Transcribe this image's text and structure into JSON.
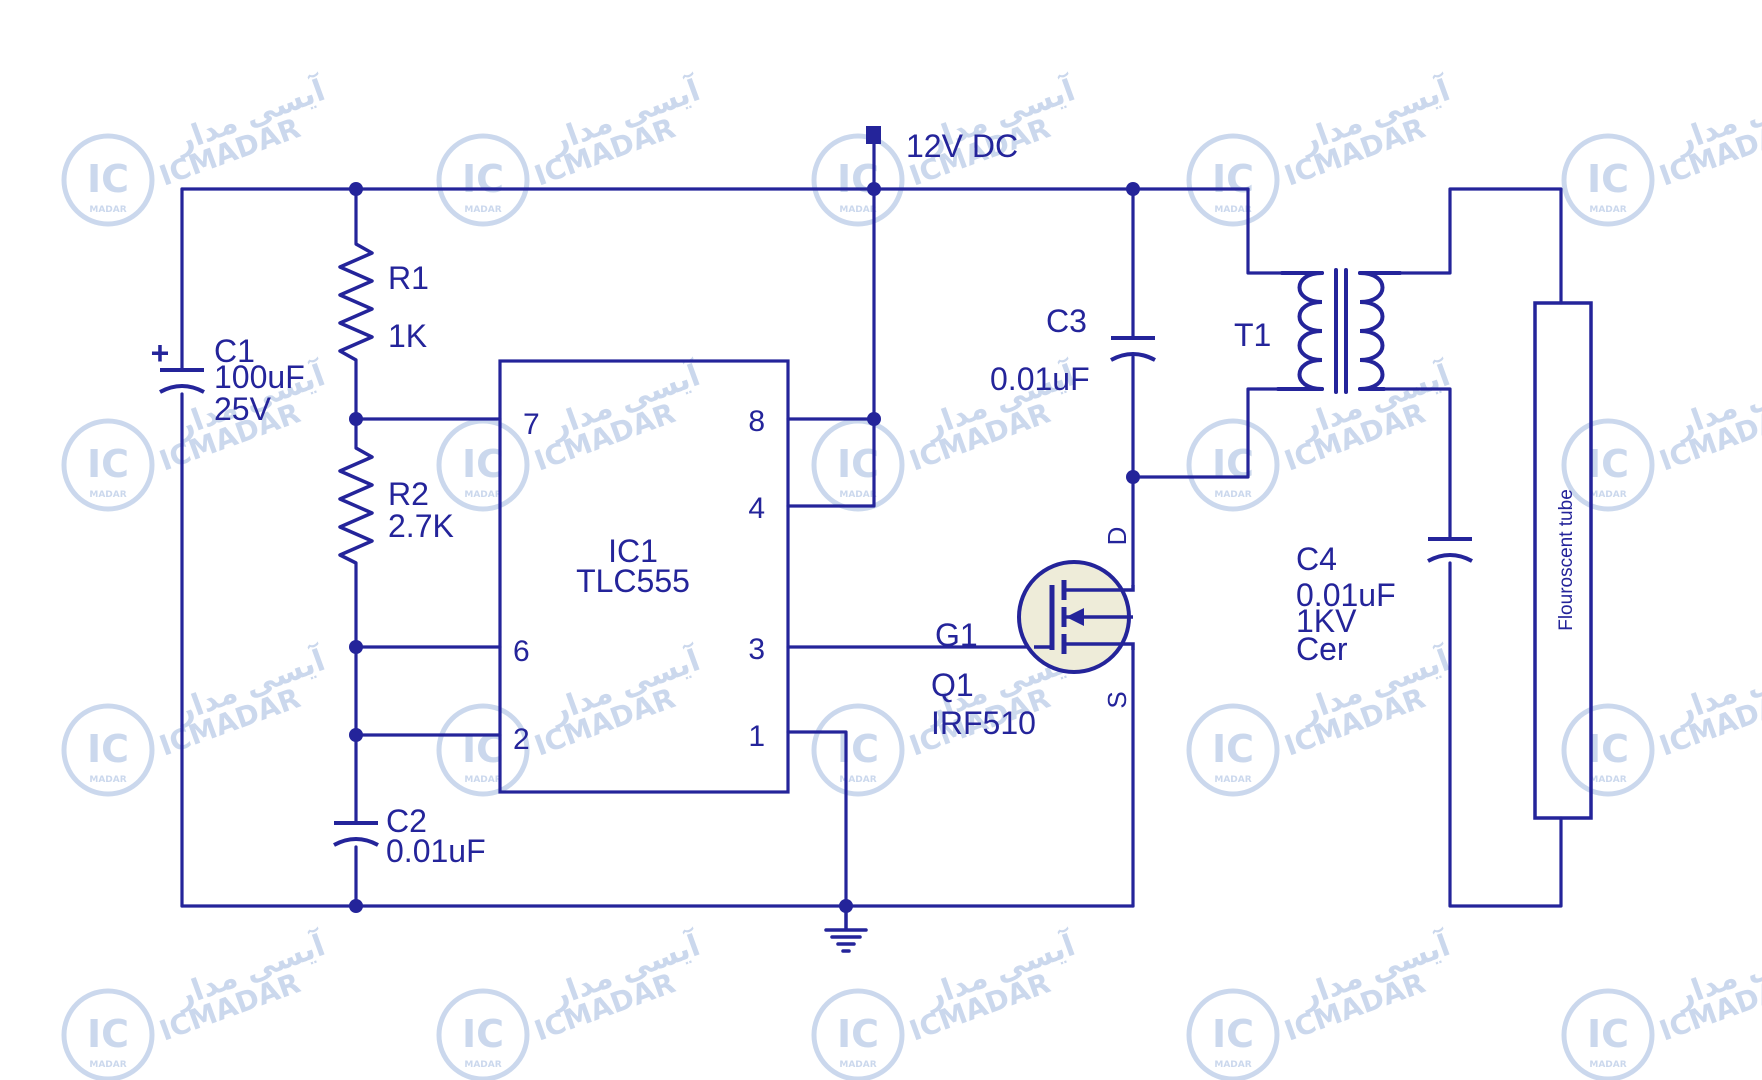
{
  "watermark": {
    "brand": "ICMADAR",
    "brand_fa": "آیسی مدار",
    "logo_text": "IC",
    "logo_subtext": "MADAR",
    "color": "#c3d2ea"
  },
  "colors": {
    "wire": "#24249a",
    "background": "#ffffff",
    "mosfet_fill": "#eeecd9"
  },
  "supply": {
    "label": "12V DC"
  },
  "ic": {
    "ref": "IC1",
    "part": "TLC555",
    "pins": {
      "p7": "7",
      "p6": "6",
      "p2": "2",
      "p8": "8",
      "p4": "4",
      "p3": "3",
      "p1": "1"
    }
  },
  "components": {
    "r1": {
      "ref": "R1",
      "value": "1K"
    },
    "r2": {
      "ref": "R2",
      "value": "2.7K"
    },
    "c1": {
      "ref": "C1",
      "value": "100uF",
      "rating": "25V",
      "polarity": "+"
    },
    "c2": {
      "ref": "C2",
      "value": "0.01uF"
    },
    "c3": {
      "ref": "C3",
      "value": "0.01uF"
    },
    "c4": {
      "ref": "C4",
      "value": "0.01uF",
      "rating": "1KV",
      "type": "Cer"
    },
    "t1": {
      "ref": "T1"
    },
    "q1": {
      "gate": "G1",
      "ref": "Q1",
      "part": "IRF510",
      "drain": "D",
      "source": "S"
    },
    "tube": {
      "label": "Flouroscent tube"
    }
  }
}
